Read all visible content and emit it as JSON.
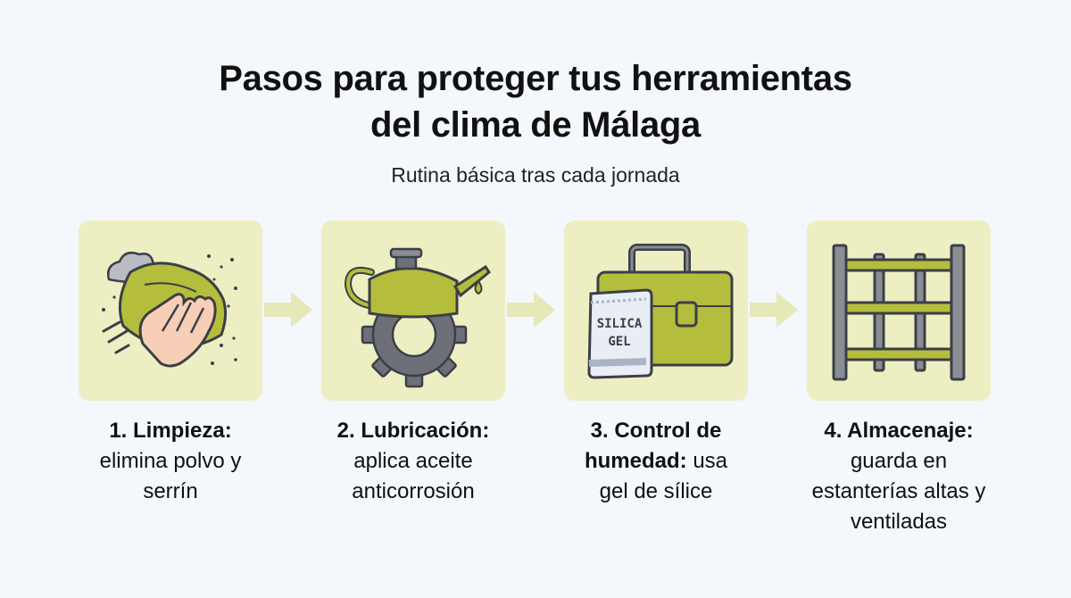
{
  "title": {
    "line1": "Pasos para proteger tus herramientas",
    "line2": "del clima de Málaga"
  },
  "subtitle": "Rutina básica tras cada jornada",
  "steps": [
    {
      "heading": "1. Limpieza:",
      "text": "elimina polvo y serrín",
      "icon": "cleaning-cloth-icon"
    },
    {
      "heading": "2. Lubricación:",
      "text": "aplica aceite anticorrosión",
      "icon": "oil-can-gear-icon"
    },
    {
      "heading": "3. Control de humedad:",
      "text": "usa gel de sílice",
      "icon": "briefcase-silica-gel-icon",
      "packet_text": [
        "SILICA",
        "GEL"
      ]
    },
    {
      "heading": "4. Almacenaje:",
      "text": "guarda en estanterías altas y ventiladas",
      "icon": "shelving-rack-icon"
    }
  ],
  "colors": {
    "card": "#eeeec3",
    "accent": "#b5bd3c",
    "arrow": "#e6e8b8",
    "outline": "#3b3f46",
    "background": "#f4f7fb"
  }
}
